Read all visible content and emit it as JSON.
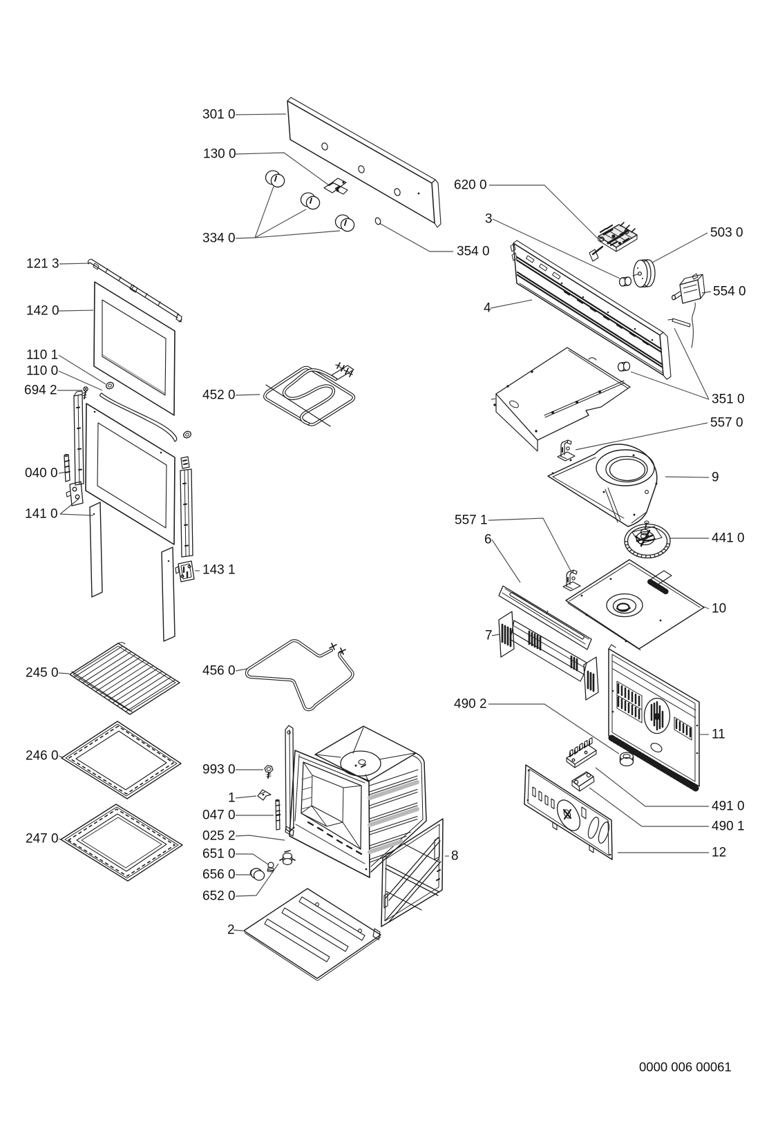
{
  "document": {
    "kind": "appliance exploded-view parts diagram",
    "subject": "built-in oven",
    "sheet_code": "0000 006 00061",
    "background_color": "#ffffff",
    "ink_color": "#1c1c1c",
    "leader_line_color": "#4a4a4a"
  },
  "labels": [
    {
      "text": "301 0"
    },
    {
      "text": "130 0"
    },
    {
      "text": "334 0"
    },
    {
      "text": "620 0"
    },
    {
      "text": "3"
    },
    {
      "text": "503 0"
    },
    {
      "text": "354 0"
    },
    {
      "text": "554 0"
    },
    {
      "text": "121 3"
    },
    {
      "text": "142 0"
    },
    {
      "text": "110 1"
    },
    {
      "text": "110 0"
    },
    {
      "text": "694 2"
    },
    {
      "text": "040 0"
    },
    {
      "text": "452 0"
    },
    {
      "text": "4"
    },
    {
      "text": "351 0"
    },
    {
      "text": "557 0"
    },
    {
      "text": "9"
    },
    {
      "text": "141 0"
    },
    {
      "text": "557 1"
    },
    {
      "text": "6"
    },
    {
      "text": "441 0"
    },
    {
      "text": "143 1"
    },
    {
      "text": "10"
    },
    {
      "text": "7"
    },
    {
      "text": "490 2"
    },
    {
      "text": "11"
    },
    {
      "text": "245 0"
    },
    {
      "text": "456 0"
    },
    {
      "text": "491 0"
    },
    {
      "text": "490 1"
    },
    {
      "text": "246 0"
    },
    {
      "text": "993 0"
    },
    {
      "text": "12"
    },
    {
      "text": "8"
    },
    {
      "text": "1"
    },
    {
      "text": "047 0"
    },
    {
      "text": "025 2"
    },
    {
      "text": "247 0"
    },
    {
      "text": "651 0"
    },
    {
      "text": "656 0"
    },
    {
      "text": "652 0"
    },
    {
      "text": "2"
    }
  ]
}
